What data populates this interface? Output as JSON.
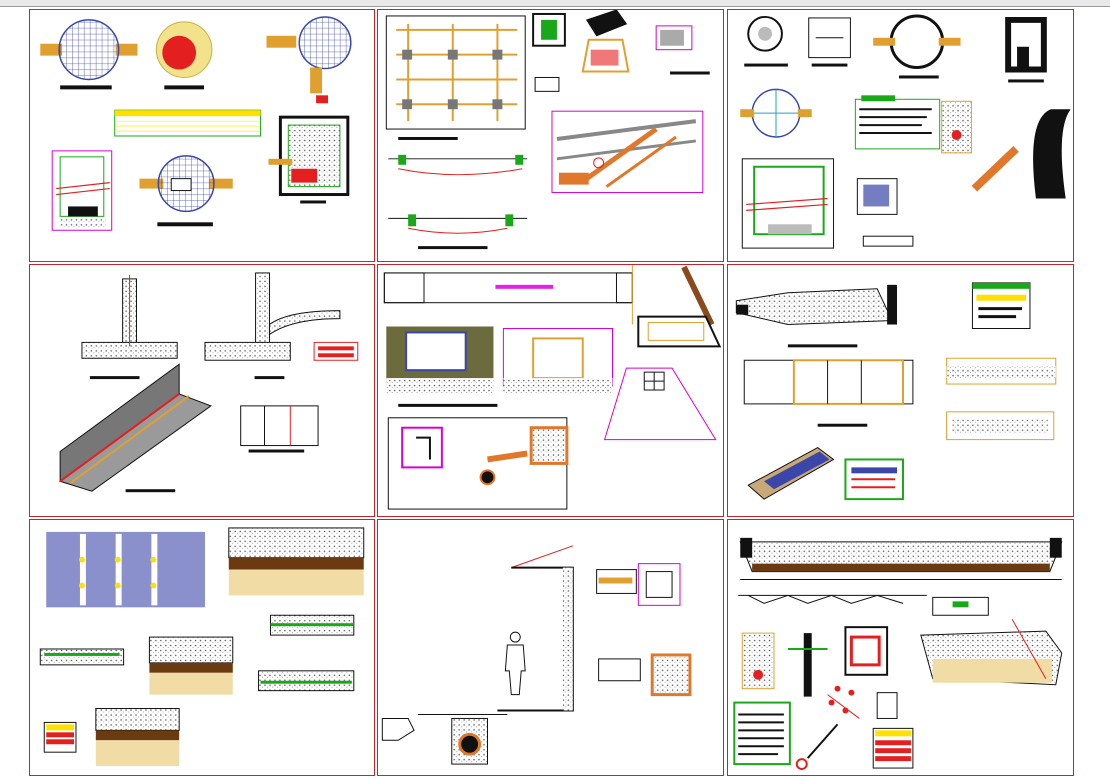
{
  "sheet": {
    "title": "",
    "panel_count": 9,
    "colors": {
      "frame": "#c8242b",
      "background": "#ffffff",
      "concrete": "#9a9a9a",
      "steel": "#f39c12",
      "dimension": "#ffe000",
      "magenta": "#d400d4",
      "green": "#19a819",
      "blue_mesh": "#3a46a8",
      "earth": "#7a4a1a",
      "sand": "#f2dca6"
    }
  },
  "panels": [
    {
      "id": "p1",
      "content": "manholes-and-inspection-chambers"
    },
    {
      "id": "p2",
      "content": "pipe-network-plan-and-sections"
    },
    {
      "id": "p3",
      "content": "circular-chamber-details"
    },
    {
      "id": "p4",
      "content": "retaining-wall-sections"
    },
    {
      "id": "p5",
      "content": "channel-and-box-culvert"
    },
    {
      "id": "p6",
      "content": "road-pavement-sections"
    },
    {
      "id": "p7",
      "content": "slab-and-foundation-sections"
    },
    {
      "id": "p8",
      "content": "elevation-with-human-figure"
    },
    {
      "id": "p9",
      "content": "embankment-and-fittings"
    }
  ]
}
